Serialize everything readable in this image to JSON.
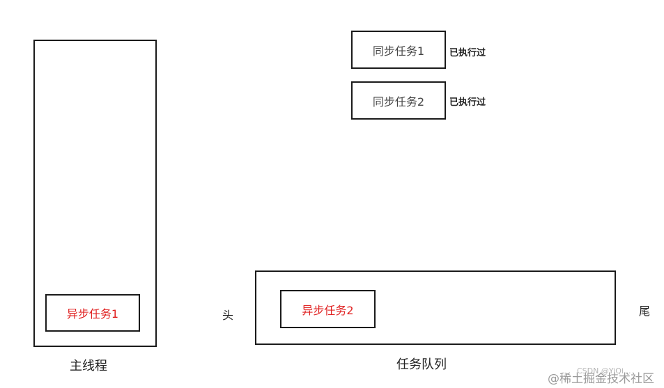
{
  "main_thread": {
    "label": "主线程",
    "stack_item": "异步任务1"
  },
  "executed_tasks": [
    {
      "label": "同步任务1",
      "status": "已执行过"
    },
    {
      "label": "同步任务2",
      "status": "已执行过"
    }
  ],
  "task_queue": {
    "label": "任务队列",
    "head_label": "头",
    "tail_label": "尾",
    "item": "异步任务2"
  },
  "watermark": {
    "text": "@稀土掘金技术社区",
    "overlay": "CSDN @YiQi..."
  },
  "colors": {
    "async_task_text": "#e02020",
    "border": "#1a1a1a",
    "text": "#222222"
  }
}
